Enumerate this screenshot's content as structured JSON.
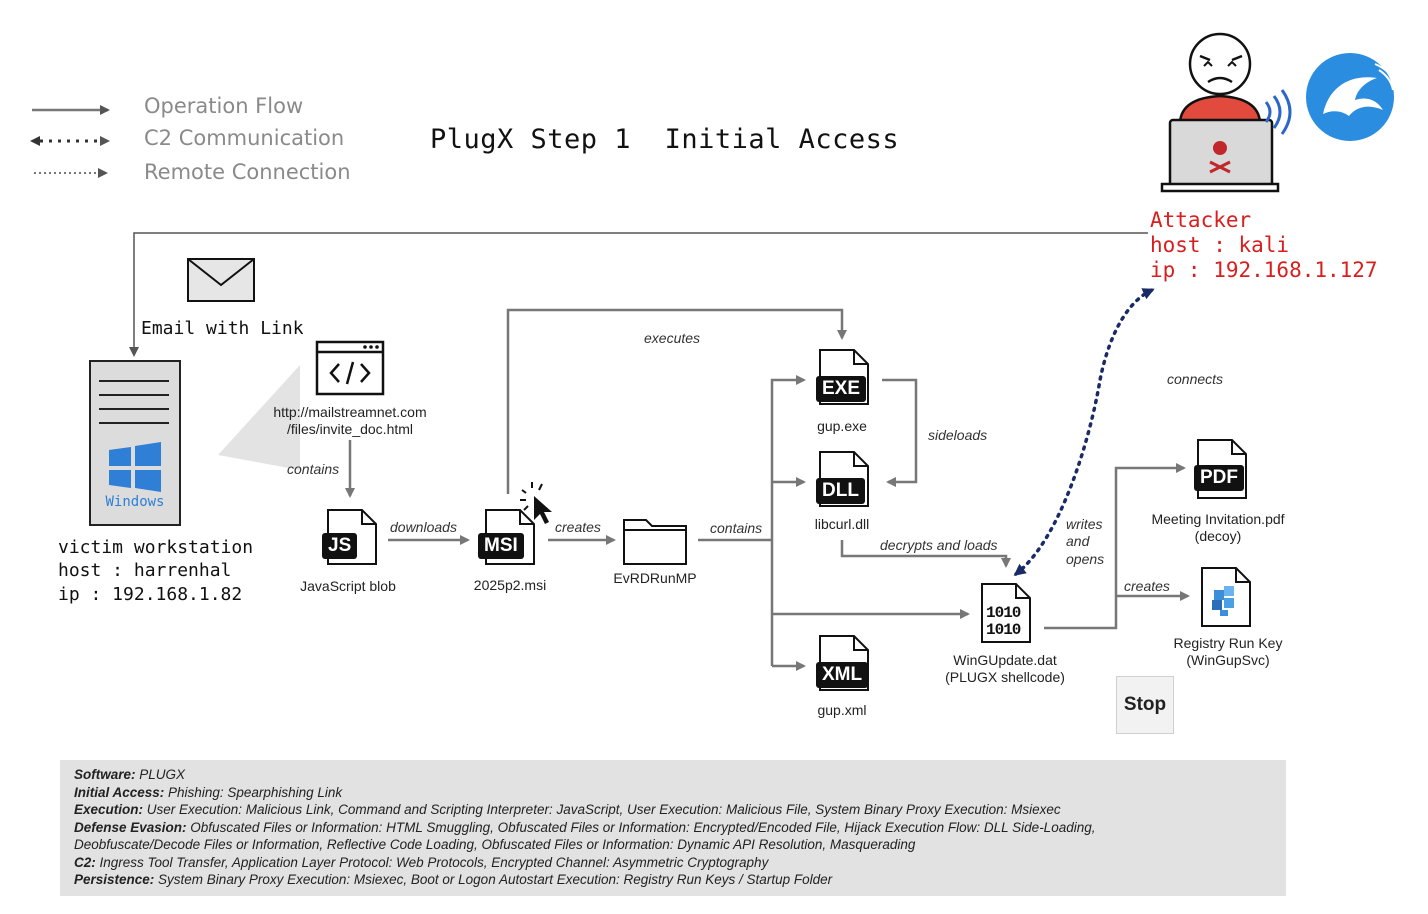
{
  "legend": {
    "operation_flow": "Operation Flow",
    "c2_communication": "C2 Communication",
    "remote_connection": "Remote Connection"
  },
  "title": "PlugX Step 1  Initial Access",
  "attacker": {
    "name": "Attacker",
    "host": "host : kali",
    "ip": "ip : 192.168.1.127"
  },
  "victim": {
    "name": "victim workstation",
    "host": "host : harrenhal",
    "ip": "ip : 192.168.1.82",
    "os_label": "Windows"
  },
  "email_label": "Email with Link",
  "nodes": {
    "url_line1": "http://mailstreamnet.com",
    "url_line2": "/files/invite_doc.html",
    "js_badge": "JS",
    "js_label": "JavaScript blob",
    "msi_badge": "MSI",
    "msi_label": "2025p2.msi",
    "folder_label": "EvRDRunMP",
    "exe_badge": "EXE",
    "exe_label": "gup.exe",
    "dll_badge": "DLL",
    "dll_label": "libcurl.dll",
    "xml_badge": "XML",
    "xml_label": "gup.xml",
    "dat_badge1": "1010",
    "dat_badge2": "1010",
    "dat_label1": "WinGUpdate.dat",
    "dat_label2": "(PLUGX shellcode)",
    "pdf_badge": "PDF",
    "pdf_label1": "Meeting Invitation.pdf",
    "pdf_label2": "(decoy)",
    "reg_label1": "Registry Run Key",
    "reg_label2": "(WinGupSvc)"
  },
  "edges": {
    "contains1": "contains",
    "downloads": "downloads",
    "creates1": "creates",
    "contains2": "contains",
    "executes": "executes",
    "sideloads": "sideloads",
    "decrypts": "decrypts and loads",
    "connects": "connects",
    "writes1": "writes",
    "writes2": "and",
    "writes3": "opens",
    "creates2": "creates"
  },
  "stop_label": "Stop",
  "summary": [
    {
      "k": "Software:",
      "v": " PLUGX"
    },
    {
      "k": "Initial Access:",
      "v": " Phishing: Spearphishing Link"
    },
    {
      "k": "Execution:",
      "v": " User Execution: Malicious Link, Command and Scripting Interpreter: JavaScript, User Execution: Malicious File, System Binary Proxy Execution: Msiexec"
    },
    {
      "k": "Defense Evasion:",
      "v": " Obfuscated Files or Information: HTML Smuggling, Obfuscated Files or Information: Encrypted/Encoded File, Hijack Execution Flow: DLL Side-Loading,"
    },
    {
      "k": "",
      "v": "Deobfuscate/Decode Files or Information, Reflective Code Loading, Obfuscated Files or Information: Dynamic API Resolution, Masquerading"
    },
    {
      "k": "C2:",
      "v": " Ingress Tool Transfer, Application Layer Protocol: Web Protocols, Encrypted Channel: Asymmetric Cryptography"
    },
    {
      "k": "Persistence:",
      "v": " System Binary Proxy Execution: Msiexec, Boot or Logon Autostart Execution: Registry Run Keys / Startup Folder"
    }
  ],
  "colors": {
    "panel": "#e3e3e3",
    "attacker_red": "#d81e1e",
    "windows_blue": "#2f7fd6",
    "kali_blue": "#2a8de0"
  }
}
